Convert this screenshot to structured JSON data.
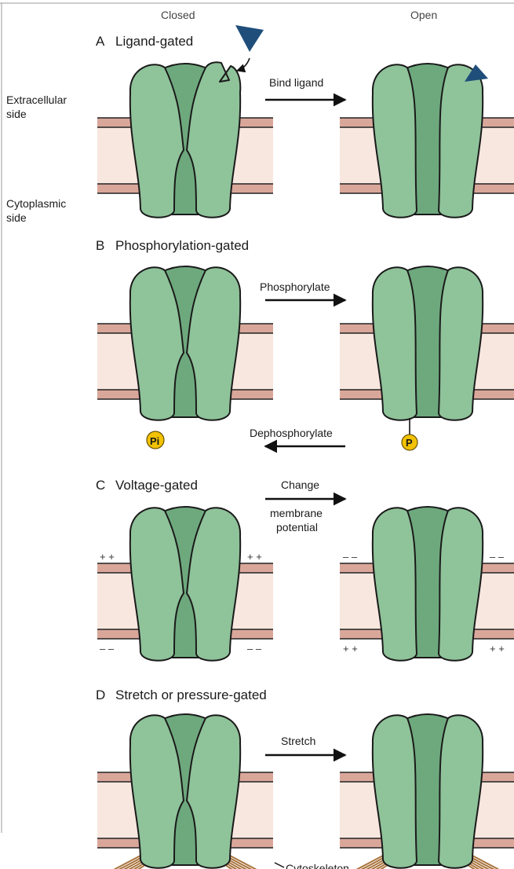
{
  "header": {
    "closed": "Closed",
    "open": "Open"
  },
  "side_labels": {
    "extracellular": [
      "Extracellular",
      "side"
    ],
    "cytoplasmic": [
      "Cytoplasmic",
      "side"
    ]
  },
  "panels": [
    {
      "letter": "A",
      "title": "Ligand-gated",
      "arrow_label": "Bind ligand"
    },
    {
      "letter": "B",
      "title": "Phosphorylation-gated",
      "arrow_label": "Phosphorylate",
      "reverse_arrow_label": "Dephosphorylate",
      "phosphate_free": "Pi",
      "phosphate_bound": "P"
    },
    {
      "letter": "C",
      "title": "Voltage-gated",
      "arrow_label": [
        "Change",
        "membrane",
        "potential"
      ],
      "closed_top_charge": "+ +",
      "closed_bottom_charge": "– –",
      "open_top_charge": "– –",
      "open_bottom_charge": "+ +"
    },
    {
      "letter": "D",
      "title": "Stretch or pressure-gated",
      "arrow_label": "Stretch",
      "cytoskeleton_label": "Cytoskeleton"
    }
  ],
  "colors": {
    "protein": "#8fc39a",
    "protein_dark": "#6ea97e",
    "membrane_fill": "#f7e7df",
    "membrane_band": "#d9a79a",
    "ligand": "#1f4e7a",
    "phosphate": "#f2c200",
    "cytoskeleton": "#a9743e"
  }
}
